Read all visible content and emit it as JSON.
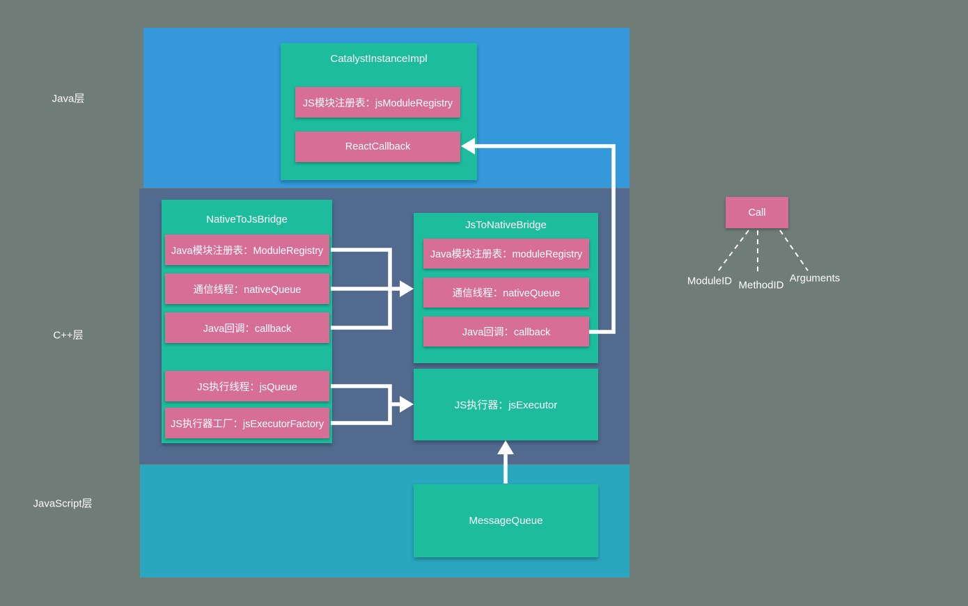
{
  "colors": {
    "background": "#6F7C78",
    "java_layer": "#3498DB",
    "cpp_layer": "#516A8E",
    "js_layer": "#2AA6BE",
    "green_box": "#1CBC9C",
    "pink_box": "#D76E96",
    "arrow": "#FFFFFF",
    "text": "#FFFFFF"
  },
  "layers": {
    "java": {
      "label": "Java层"
    },
    "cpp": {
      "label": "C++层"
    },
    "javascript": {
      "label": "JavaScript层"
    }
  },
  "boxes": {
    "catalyst": {
      "title": "CatalystInstanceImpl",
      "items": [
        "JS模块注册表：jsModuleRegistry",
        "ReactCallback"
      ]
    },
    "native_to_js": {
      "title": "NativeToJsBridge",
      "items": [
        "Java模块注册表：ModuleRegistry",
        "通信线程：nativeQueue",
        "Java回调：callback",
        "JS执行线程：jsQueue",
        "JS执行器工厂：jsExecutorFactory"
      ]
    },
    "js_to_native": {
      "title": "JsToNativeBridge",
      "items": [
        "Java模块注册表：moduleRegistry",
        "通信线程：nativeQueue",
        "Java回调：callback"
      ]
    },
    "js_executor": {
      "label": "JS执行器：jsExecutor"
    },
    "message_queue": {
      "label": "MessageQueue"
    },
    "call": {
      "label": "Call",
      "children": [
        "ModuleID",
        "MethodID",
        "Arguments"
      ]
    }
  }
}
